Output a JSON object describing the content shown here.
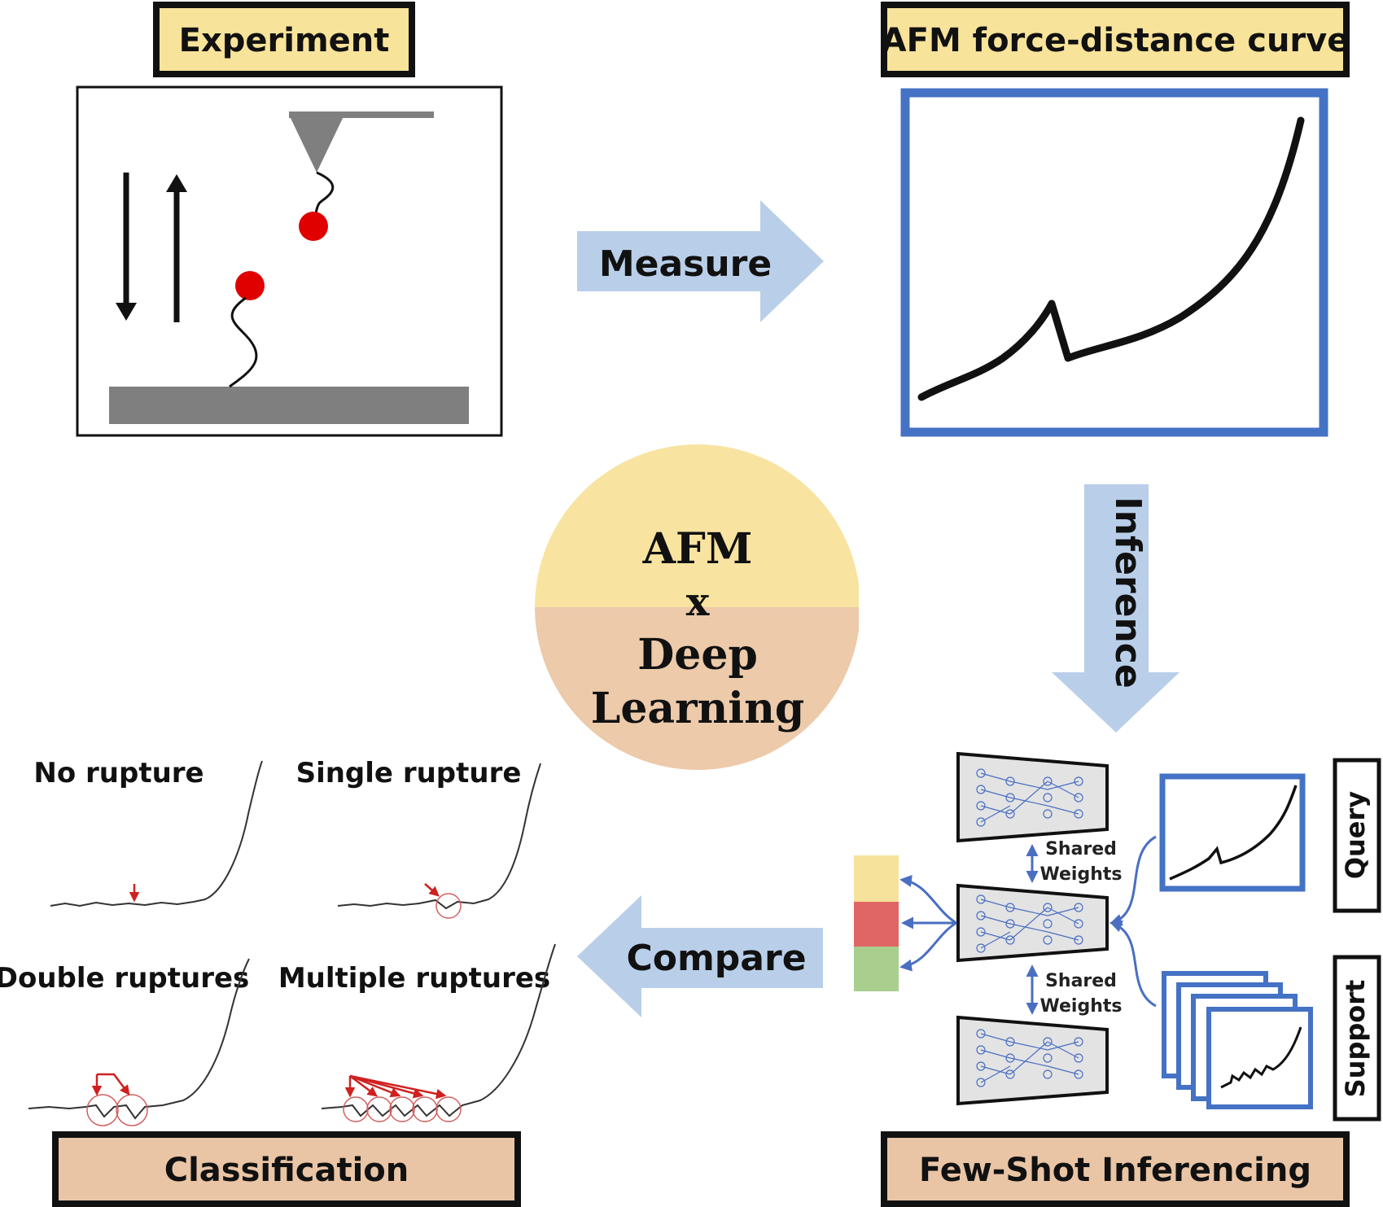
{
  "boxes": {
    "experiment": "Experiment",
    "afm_curve": "AFM force-distance curve",
    "classification": "Classification",
    "few_shot": "Few-Shot Inferencing"
  },
  "arrows": {
    "measure": "Measure",
    "inference": "Inference",
    "compare": "Compare"
  },
  "center": {
    "line1": "AFM",
    "line2": "x",
    "line3": "Deep",
    "line4": "Learning"
  },
  "classes": {
    "no_rupture": "No rupture",
    "single_rupture": "Single rupture",
    "double_ruptures": "Double ruptures",
    "multiple_ruptures": "Multiple ruptures"
  },
  "network": {
    "shared_weights_top_1": "Shared",
    "shared_weights_top_2": "Weights",
    "shared_weights_bottom_1": "Shared",
    "shared_weights_bottom_2": "Weights",
    "query": "Query",
    "support": "Support"
  },
  "colors": {
    "label_yellow": "#f8e39a",
    "label_tan": "#e9c5a6",
    "arrow_blue": "#b9cfe9",
    "frame_blue": "#4472c4",
    "bead_red": "#e00000",
    "circle_yellow": "#f8e3a0",
    "circle_tan": "#eccaaa",
    "bar_yellow": "#f6e29a",
    "bar_red": "#e06666",
    "bar_green": "#a8cf8e"
  }
}
